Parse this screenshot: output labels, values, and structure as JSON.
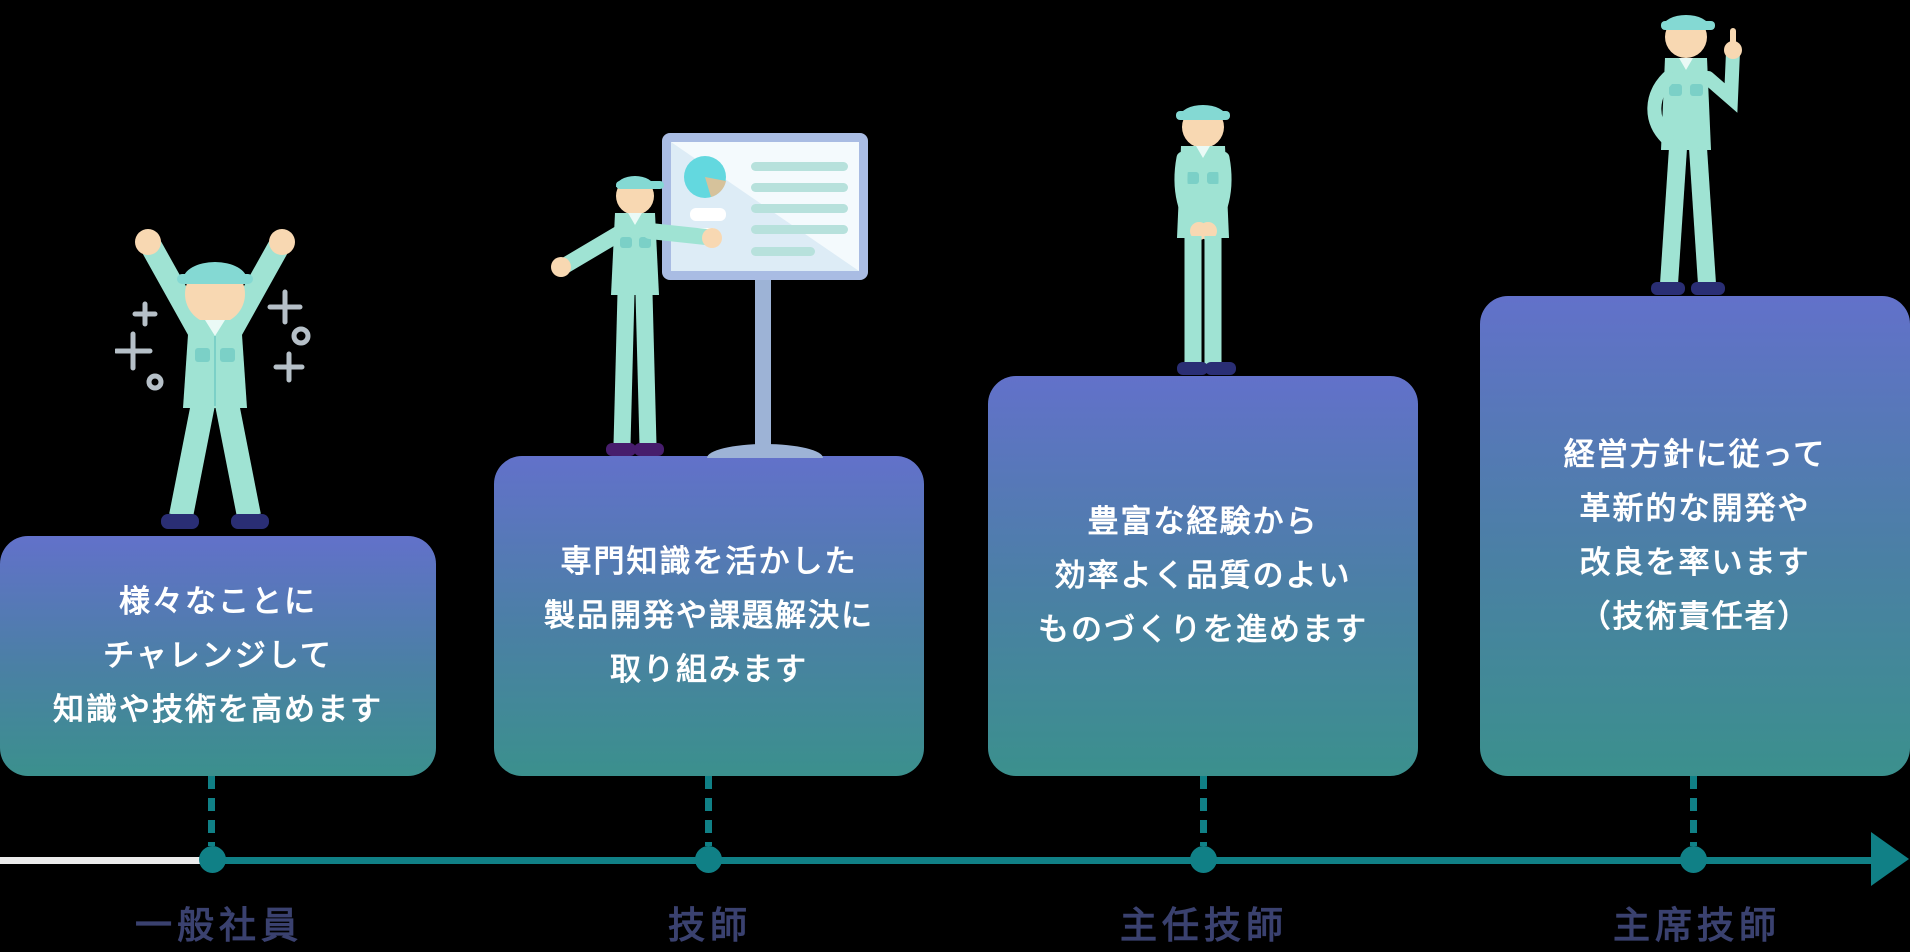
{
  "diagram_title": "",
  "stages": [
    {
      "label": "一般社員",
      "lines": [
        "様々なことに",
        "チャレンジして",
        "知識や技術を高めます"
      ],
      "illustration": "worker-celebrating"
    },
    {
      "label": "技師",
      "lines": [
        "専門知識を活かした",
        "製品開発や課題解決に",
        "取り組みます"
      ],
      "illustration": "worker-presenting-board"
    },
    {
      "label": "主任技師",
      "lines": [
        "豊富な経験から",
        "効率よく品質のよい",
        "ものづくりを進めます"
      ],
      "illustration": "worker-standing"
    },
    {
      "label": "主席技師",
      "lines": [
        "経営方針に従って",
        "革新的な開発や",
        "改良を率います",
        "（技術責任者）"
      ],
      "illustration": "worker-pointing-up"
    }
  ],
  "colors": {
    "background": "#000000",
    "card_gradient_top": "#6271ca",
    "card_gradient_bottom": "#3b908d",
    "card_text": "#ffffff",
    "timeline_teal": "#108086",
    "timeline_start_segment": "#ebebeb",
    "label_navy": "#3a416f",
    "uniform_teal": "#9fe3d3",
    "cap_teal": "#84d9d3",
    "skin": "#f8d8b2",
    "shoes_navy": "#2a2e74",
    "shoes_purple": "#471d6d",
    "board_frame": "#a9bce3",
    "board_stand": "#9db3d6",
    "sparkle_gray": "#b6c0c8",
    "pie_teal": "#63d8df",
    "pie_wedge_tan": "#d6c29b"
  }
}
